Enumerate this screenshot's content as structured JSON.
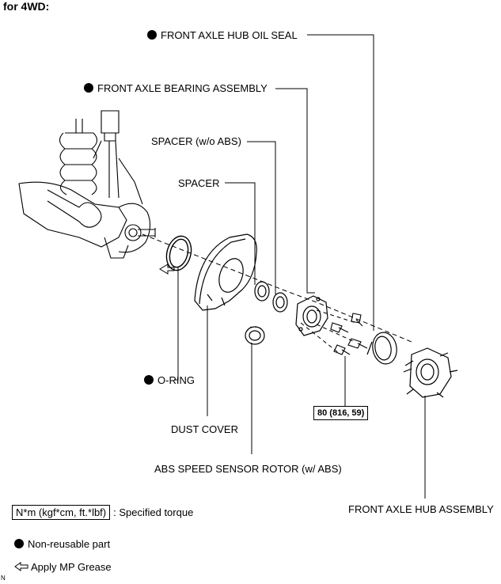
{
  "header": {
    "title": "for 4WD:"
  },
  "labels": {
    "hub_oil_seal": "FRONT AXLE HUB OIL SEAL",
    "bearing_assembly": "FRONT AXLE BEARING ASSEMBLY",
    "spacer_wo_abs": "SPACER (w/o ABS)",
    "spacer": "SPACER",
    "o_ring": "O-RING",
    "dust_cover": "DUST COVER",
    "abs_rotor": "ABS SPEED SENSOR ROTOR (w/ ABS)",
    "hub_assembly": "FRONT AXLE HUB ASSEMBLY"
  },
  "torque": {
    "value": "80 (816, 59)"
  },
  "legend": {
    "torque_unit": "N*m (kgf*cm, ft.*lbf)",
    "torque_desc": ": Specified torque",
    "non_reusable": "Non-reusable part",
    "grease": "Apply MP Grease"
  },
  "footer": {
    "code": "N"
  },
  "icons": {
    "non_reusable": "filled-circle-icon",
    "grease": "hollow-arrow-icon"
  }
}
